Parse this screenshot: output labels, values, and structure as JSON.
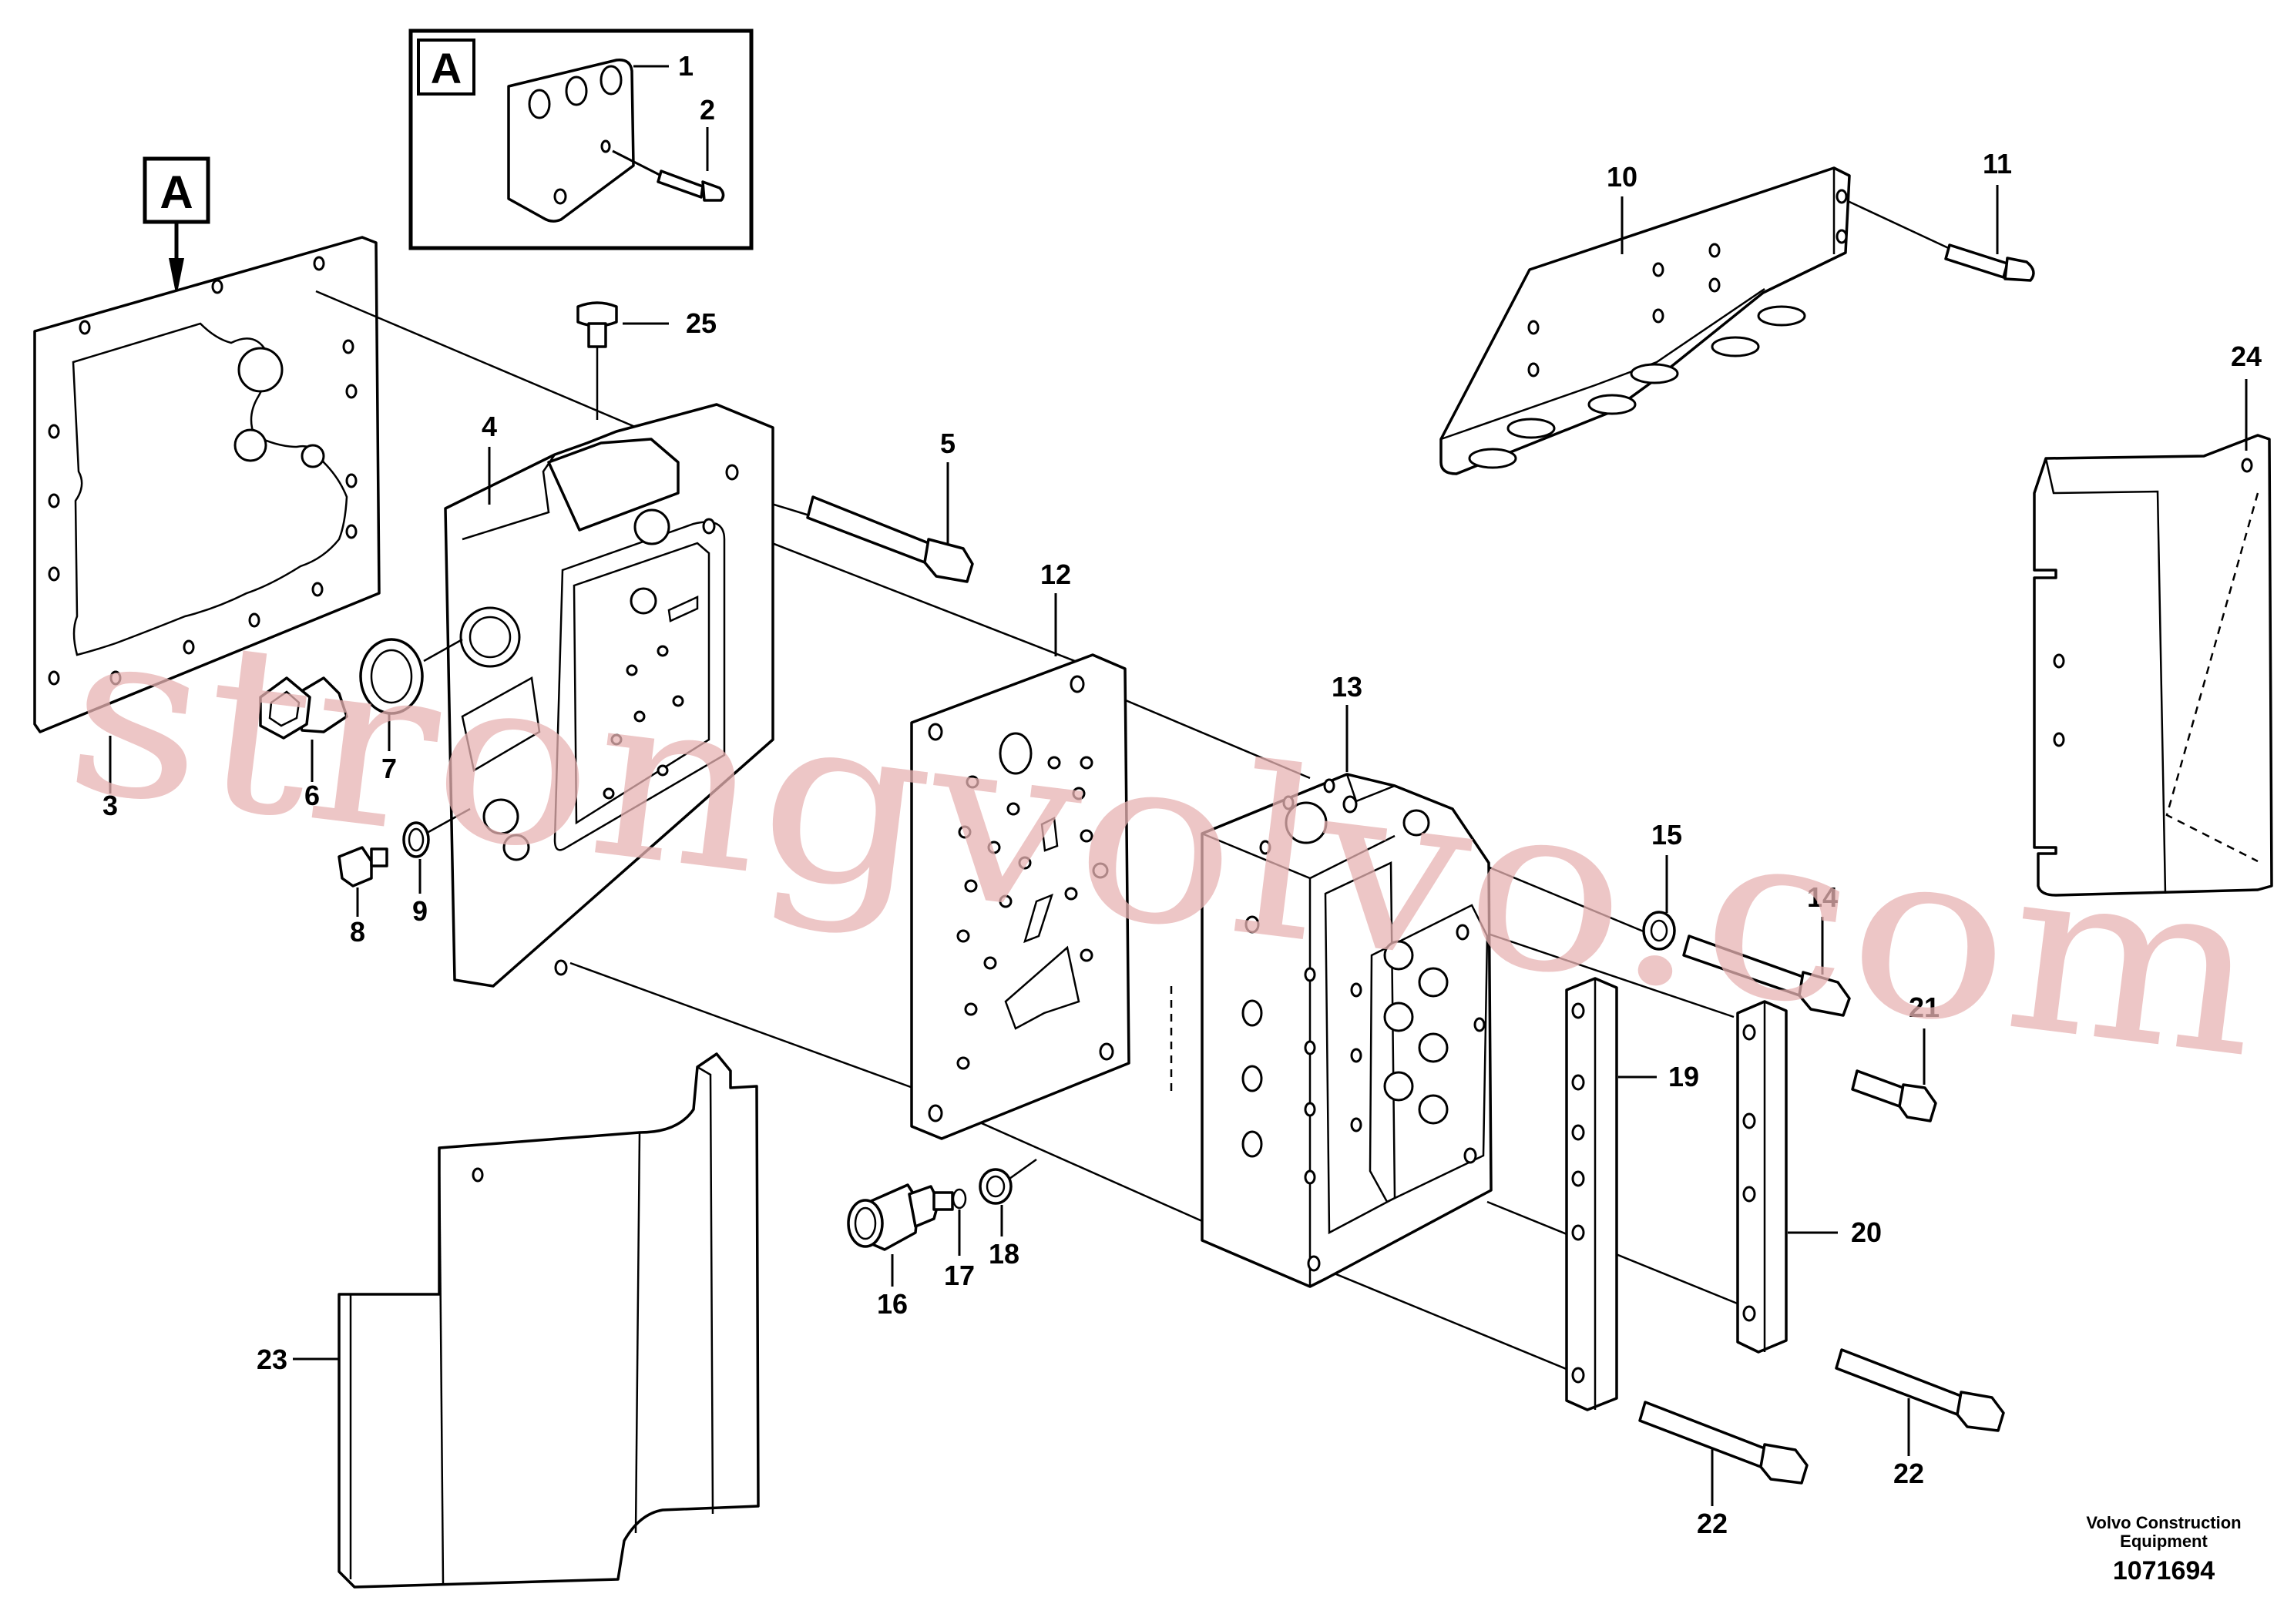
{
  "detail_marker": "A",
  "part_numbers": {
    "p1": "1",
    "p2": "2",
    "p3": "3",
    "p4": "4",
    "p5": "5",
    "p6": "6",
    "p7": "7",
    "p8": "8",
    "p9": "9",
    "p10": "10",
    "p11": "11",
    "p12": "12",
    "p13": "13",
    "p14": "14",
    "p15": "15",
    "p16": "16",
    "p17": "17",
    "p18": "18",
    "p19": "19",
    "p20": "20",
    "p21": "21",
    "p22a": "22",
    "p22b": "22",
    "p23": "23",
    "p24": "24",
    "p25": "25"
  },
  "watermark": "strongvolvo.com",
  "credit": {
    "line1": "Volvo Construction",
    "line2": "Equipment",
    "drawing_number": "1071694"
  }
}
